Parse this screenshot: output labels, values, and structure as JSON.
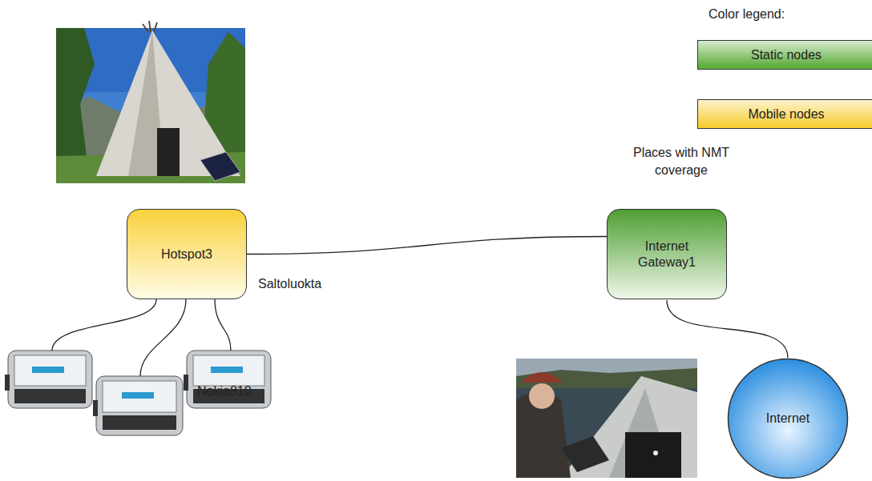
{
  "diagram": {
    "nodes": [
      {
        "text": [
          "Hotspot3"
        ]
      },
      {
        "text": [
          "Internet Gateway1"
        ]
      },
      {
        "text": [
          "Internet"
        ]
      }
    ],
    "edges": [
      {
        "from": 0,
        "to": 1,
        "arrow": "none"
      },
      {
        "from": 1,
        "to": 2,
        "arrow": "none"
      }
    ],
    "labels": [
      "Color legend:",
      "Places with NMT coverage",
      "Saltoluokta",
      "Nokia810"
    ],
    "legend": [
      {
        "text": "Static nodes",
        "color": "#5fae3e"
      },
      {
        "text": "Mobile nodes",
        "color": "#f7cf3a"
      }
    ]
  }
}
